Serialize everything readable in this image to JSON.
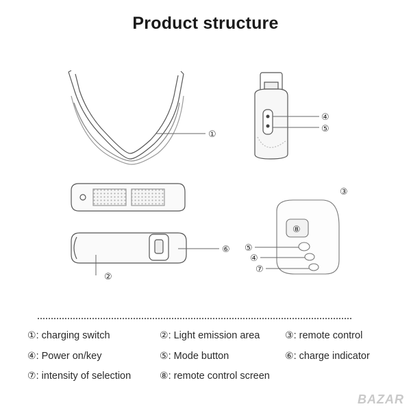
{
  "title": "Product structure",
  "callouts": {
    "c1": "①",
    "c2": "②",
    "c3": "③",
    "c4": "④",
    "c5": "⑤",
    "c6": "⑥",
    "c7": "⑦",
    "c8": "⑧",
    "c5b": "⑤"
  },
  "legend": [
    [
      {
        "num": "①",
        "label": ": charging switch"
      },
      {
        "num": "②",
        "label": ": Light emission area"
      },
      {
        "num": "③",
        "label": ": remote control"
      }
    ],
    [
      {
        "num": "④",
        "label": ": Power on/key"
      },
      {
        "num": "⑤",
        "label": ": Mode button"
      },
      {
        "num": "⑥",
        "label": ": charge indicator"
      }
    ],
    [
      {
        "num": "⑦",
        "label": ": intensity of selection"
      },
      {
        "num": "⑧",
        "label": ": remote control screen"
      }
    ]
  ],
  "watermark": "BAZAR"
}
